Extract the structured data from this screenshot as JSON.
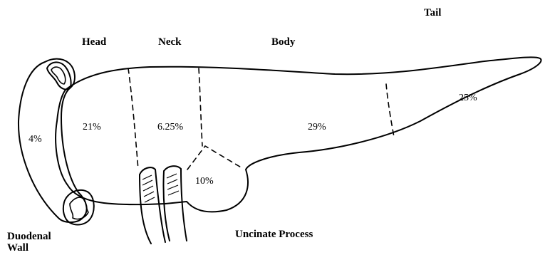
{
  "labels": {
    "tail": "Tail",
    "head": "Head",
    "neck": "Neck",
    "body": "Body",
    "duodenal_wall_line1": "Duodenal",
    "duodenal_wall_line2": "Wall",
    "uncinate_process": "Uncinate Process"
  },
  "percentages": {
    "duodenal_wall": "4%",
    "head": "21%",
    "neck": "6.25%",
    "uncinate": "10%",
    "body": "29%",
    "tail": "25%"
  }
}
